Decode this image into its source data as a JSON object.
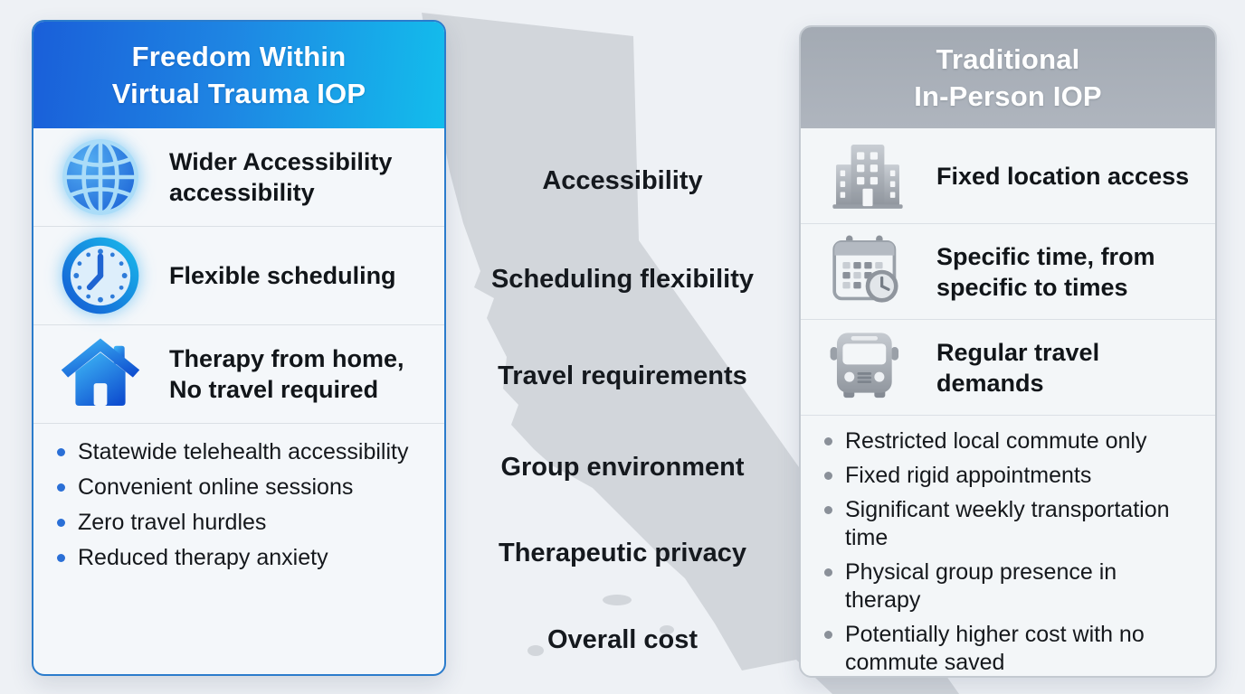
{
  "left_card": {
    "title_line1": "Freedom Within",
    "title_line2": "Virtual Trauma IOP",
    "features": [
      {
        "icon": "globe-icon",
        "text": "Wider Accessibility accessibility"
      },
      {
        "icon": "clock-icon",
        "text": "Flexible scheduling"
      },
      {
        "icon": "house-icon",
        "text": "Therapy from home, No travel required"
      }
    ],
    "bullets": [
      "Statewide telehealth accessibility",
      "Convenient online sessions",
      "Zero travel hurdles",
      "Reduced therapy anxiety"
    ]
  },
  "comparison_labels": [
    "Accessibility",
    "Scheduling flexibility",
    "Travel requirements",
    "Group environment",
    "Therapeutic privacy",
    "Overall cost"
  ],
  "right_card": {
    "title_line1": "Traditional",
    "title_line2": "In-Person IOP",
    "features": [
      {
        "icon": "building-icon",
        "text": "Fixed location access"
      },
      {
        "icon": "calendar-clock-icon",
        "text": "Specific time, from specific to times"
      },
      {
        "icon": "bus-icon",
        "text": "Regular travel demands"
      }
    ],
    "bullets": [
      "Restricted local commute only",
      "Fixed rigid appointments",
      "Significant weekly transportation time",
      "Physical group presence in therapy",
      "Potentially higher cost with no commute saved"
    ]
  },
  "colors": {
    "background": "#eef1f5",
    "map_fill": "#d2d6db",
    "left_header_gradient_start": "#1a5fd9",
    "left_header_gradient_end": "#13bdec",
    "left_border": "#2b7ccc",
    "left_bullet_dot": "#2a6fd6",
    "right_header": "#a8aeb7",
    "right_bullet_dot": "#8a9099",
    "text": "#14171b"
  }
}
